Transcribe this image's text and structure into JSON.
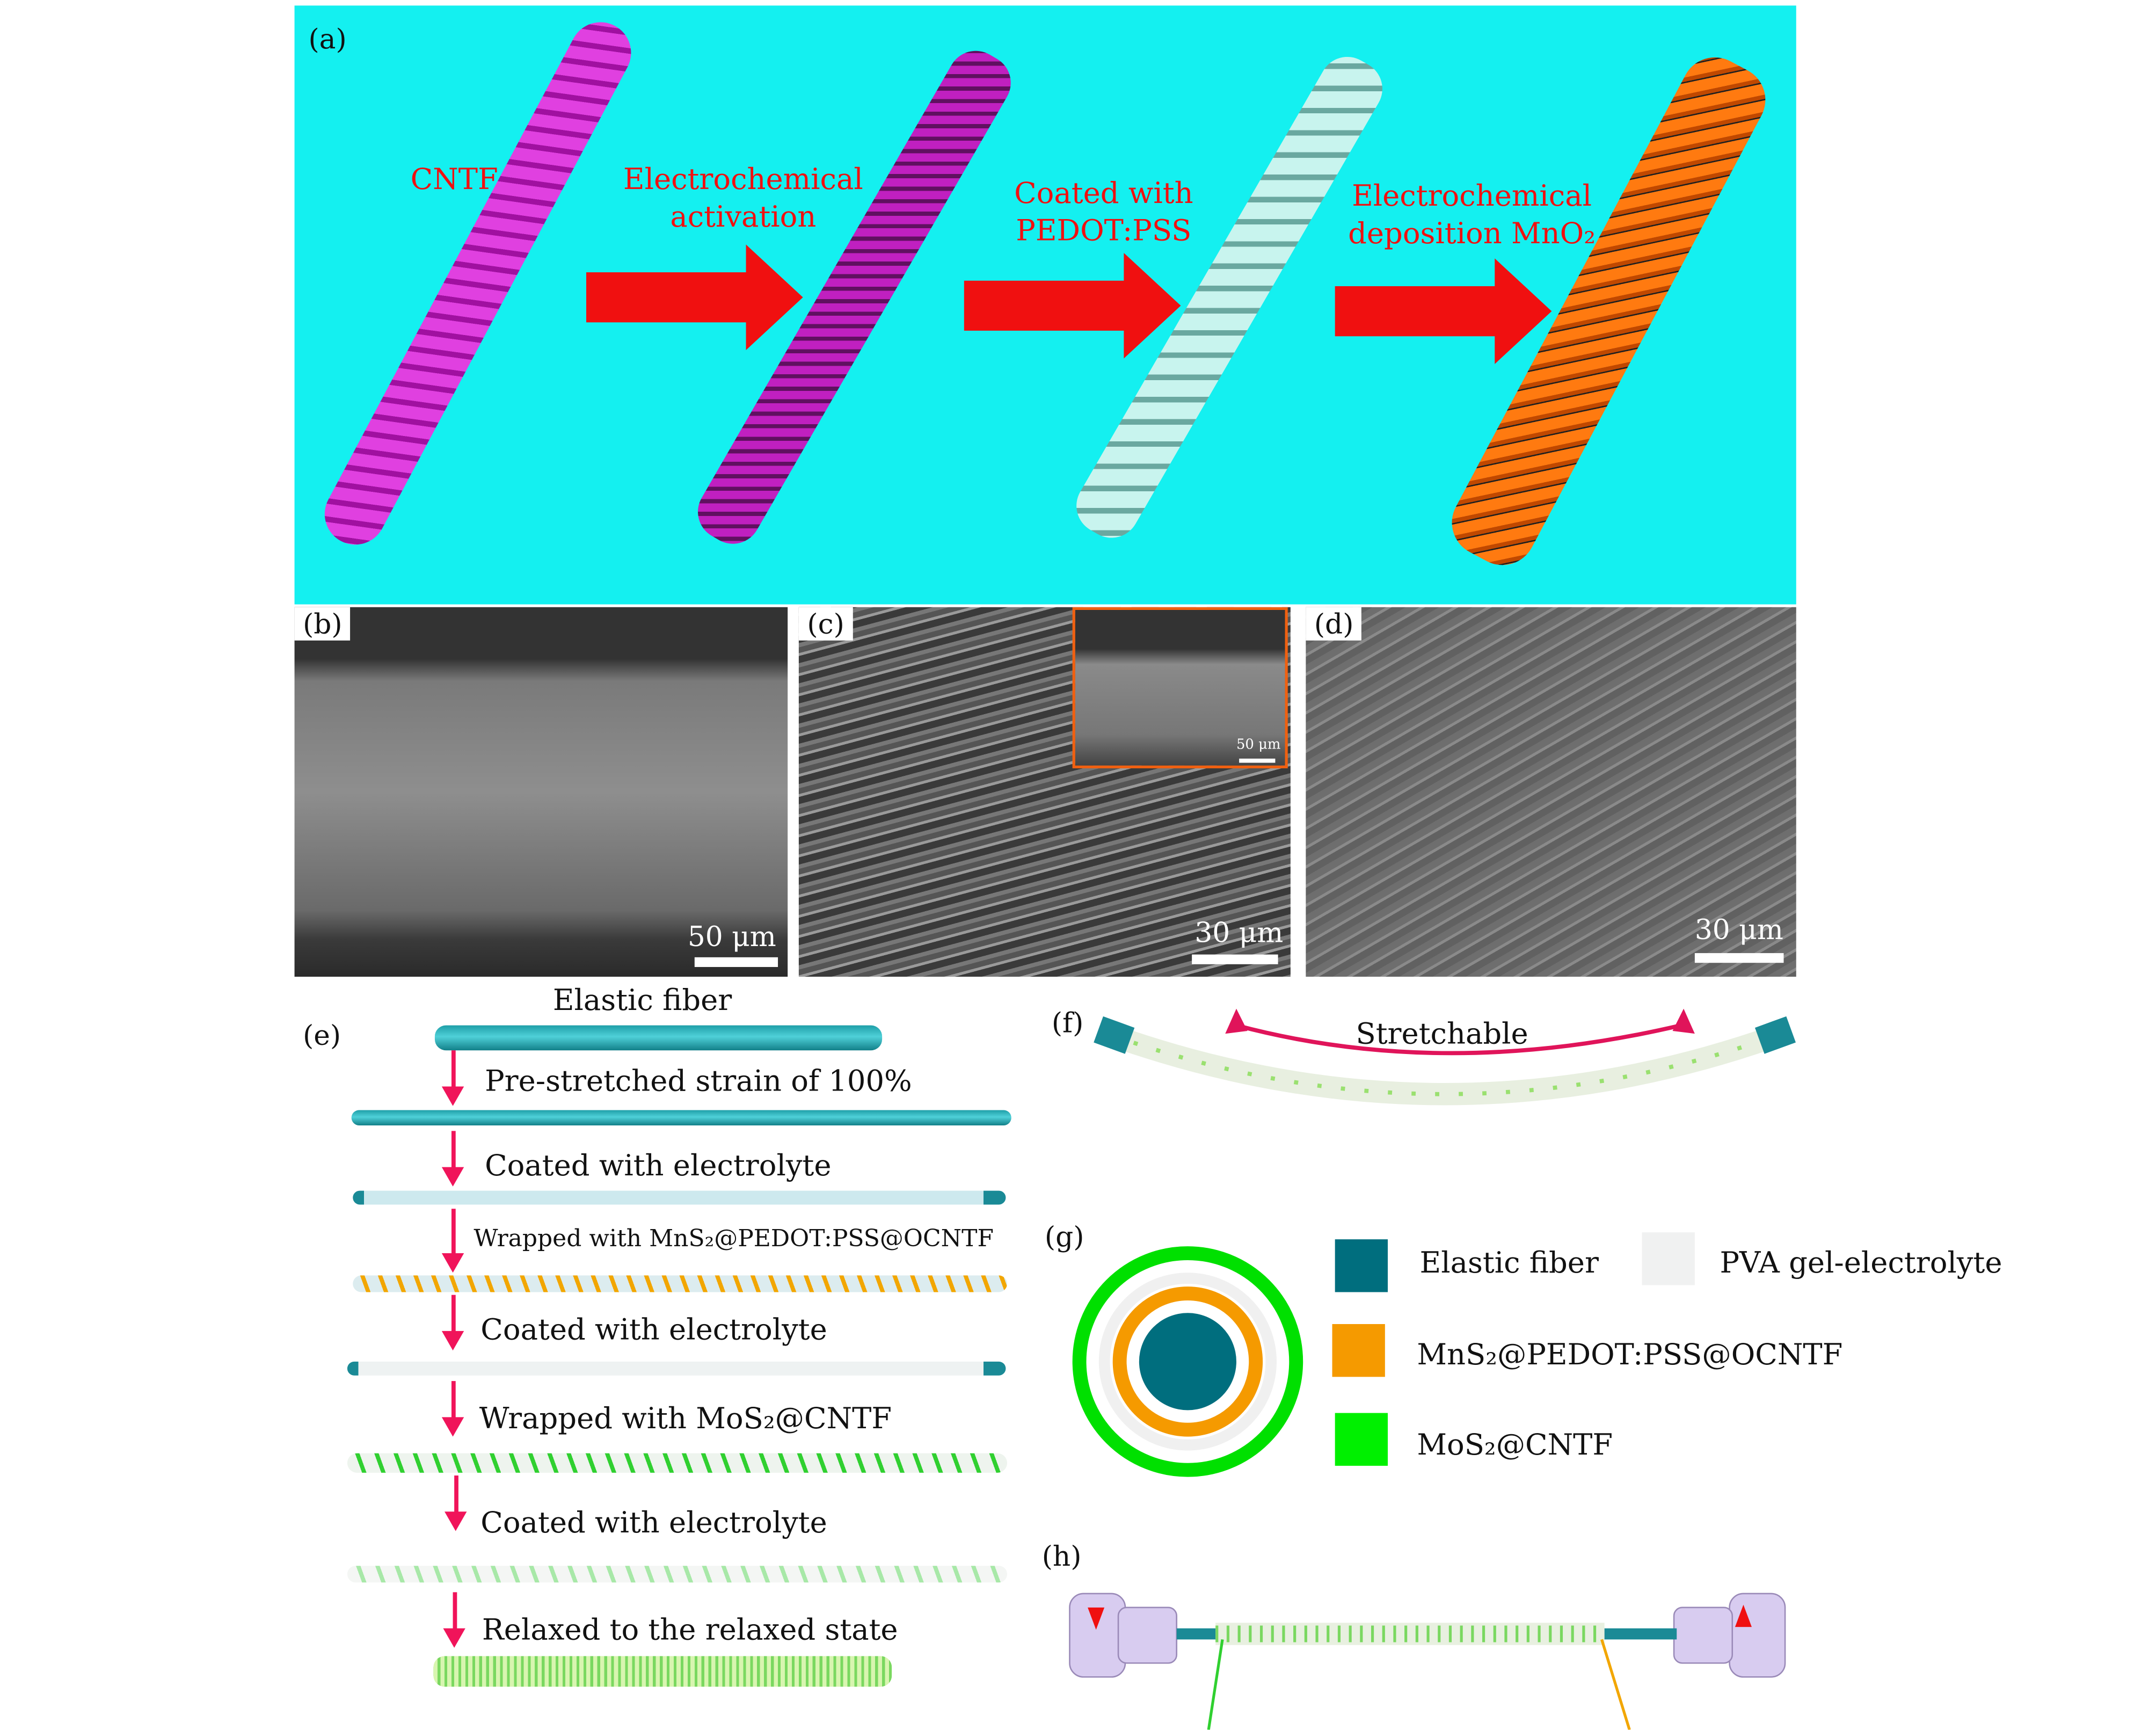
{
  "panels": {
    "a": "(a)",
    "b": "(b)",
    "c": "(c)",
    "d": "(d)",
    "e": "(e)",
    "f": "(f)",
    "g": "(g)",
    "h": "(h)"
  },
  "a": {
    "labels": [
      "CNTF",
      "Electrochemical activation",
      "Coated with PEDOT:PSS",
      "Electrochemical deposition MnO₂"
    ],
    "bg": "#14f0f0"
  },
  "b": {
    "scale": "50 μm"
  },
  "c": {
    "scale": "30 μm",
    "inset_scale": "50 μm"
  },
  "d": {
    "scale": "30 μm"
  },
  "e": {
    "title": "Elastic fiber",
    "steps": [
      "Pre-stretched strain of 100%",
      "Coated with electrolyte",
      "Wrapped with MnS₂@PEDOT:PSS@OCNTF",
      "Coated with electrolyte",
      "Wrapped with MoS₂@CNTF",
      "Coated with electrolyte",
      "Relaxed to the relaxed state"
    ]
  },
  "f": {
    "label": "Stretchable"
  },
  "g": {
    "legend": [
      {
        "label": "Elastic fiber",
        "color": "#006e7e"
      },
      {
        "label": "PVA gel-electrolyte",
        "color": "#f0f1f1"
      },
      {
        "label": "MnS₂@PEDOT:PSS@OCNTF",
        "color": "#f59a00"
      },
      {
        "label": "MoS₂@CNTF",
        "color": "#00f000"
      }
    ]
  }
}
